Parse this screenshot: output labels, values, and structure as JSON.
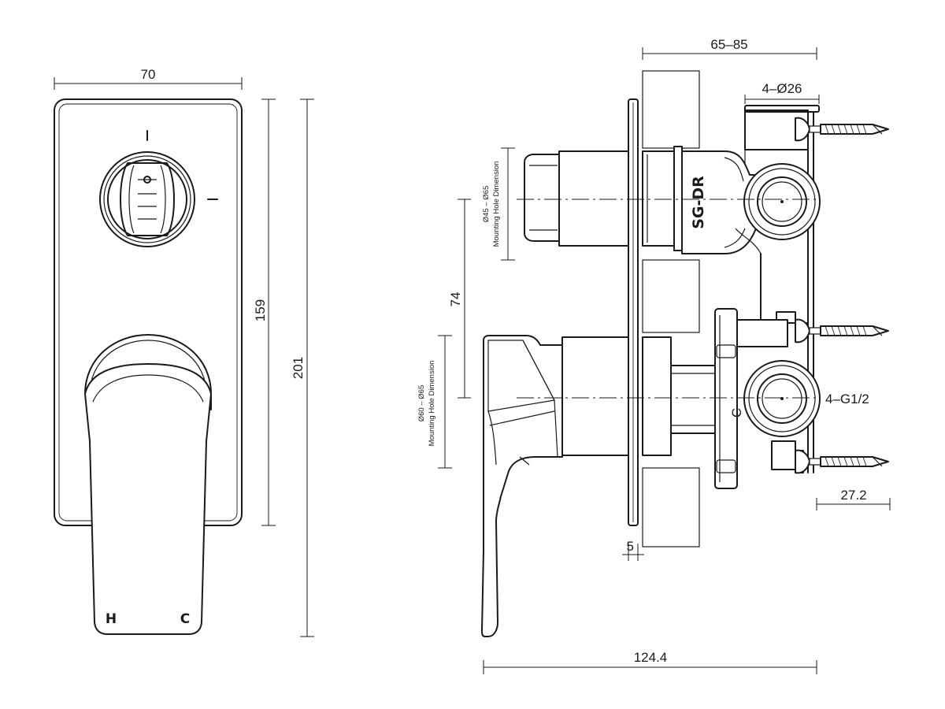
{
  "front_view": {
    "width_dim": "70",
    "plate_height_dim": "159",
    "overall_height_dim": "201",
    "handle_hot_mark": "H",
    "handle_cold_mark": "C"
  },
  "side_view": {
    "depth_dim": "65–85",
    "port_dim": "4–Ø26",
    "thread_dim": "4–G1/2",
    "spacing_dim": "74",
    "screw_dim": "27.2",
    "wall_gap_dim": "5",
    "overall_depth_dim": "124.4",
    "upper_hole_dim": "Ø45 – Ø65",
    "upper_hole_label": "Mounting Hole Dimension",
    "lower_hole_dim": "Ø60 – Ø65",
    "lower_hole_label": "Mounting Hole Dimension",
    "body_marking": "SG-DR",
    "stamp_letter": "C"
  }
}
